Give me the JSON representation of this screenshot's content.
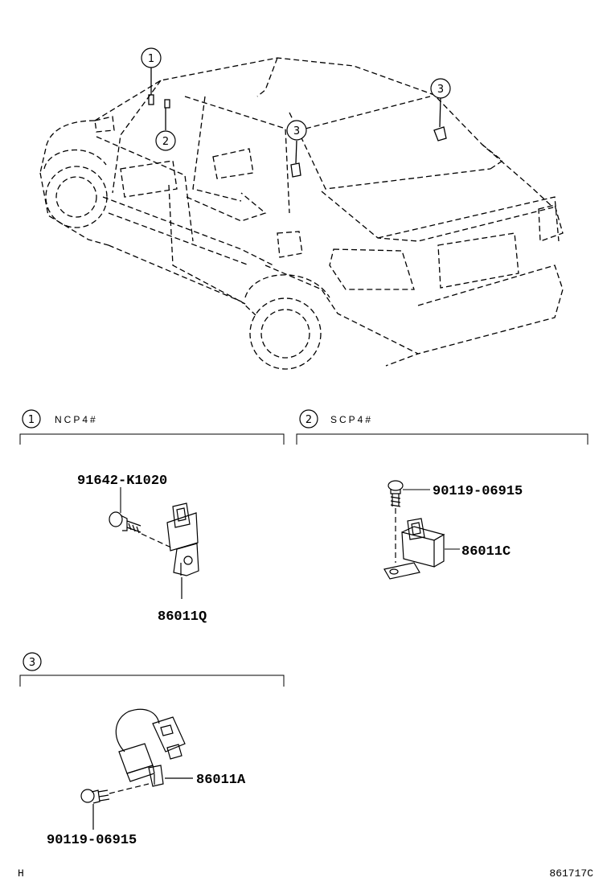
{
  "car_callouts": [
    "1",
    "2",
    "3",
    "3"
  ],
  "sections": [
    {
      "num": "1",
      "label": "NCP4#"
    },
    {
      "num": "2",
      "label": "SCP4#"
    },
    {
      "num": "3",
      "label": ""
    }
  ],
  "parts": {
    "s1_bolt": "91642-K1020",
    "s1_relay": "86011Q",
    "s2_bolt": "90119-06915",
    "s2_relay": "86011C",
    "s3_relay": "86011A",
    "s3_bolt": "90119-06915"
  },
  "footer": {
    "left": "H",
    "right": "861717C"
  }
}
